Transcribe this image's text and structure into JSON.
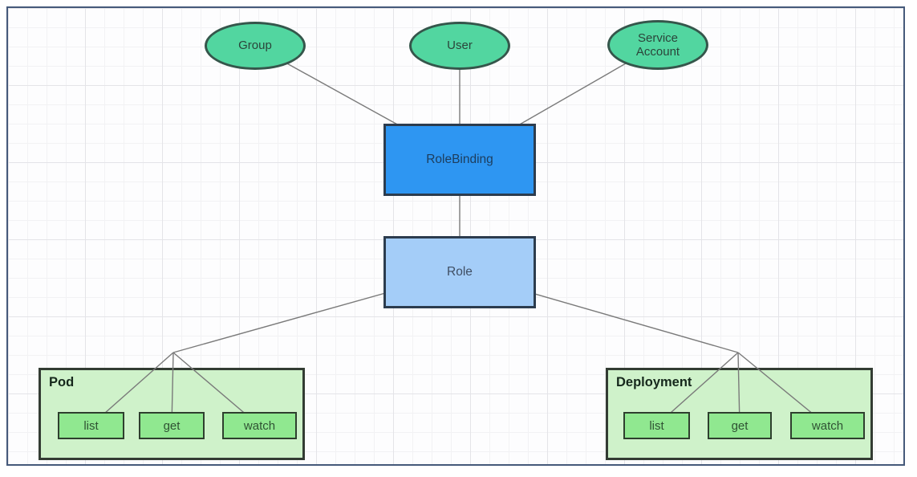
{
  "diagram": {
    "subjects": [
      {
        "label": "Group"
      },
      {
        "label": "User"
      },
      {
        "label": "Service Account"
      }
    ],
    "role_binding": {
      "label": "RoleBinding"
    },
    "role": {
      "label": "Role"
    },
    "resources": [
      {
        "label": "Pod",
        "permissions": [
          "list",
          "get",
          "watch"
        ]
      },
      {
        "label": "Deployment",
        "permissions": [
          "list",
          "get",
          "watch"
        ]
      }
    ]
  },
  "colors": {
    "ellipse_fill": "#52d6a0",
    "ellipse_border": "#35564b",
    "binding_fill": "#2e96f2",
    "role_fill": "#a4cdf8",
    "node_border": "#2c3c4e",
    "container_fill": "#cff2ca",
    "permission_fill": "#90e890",
    "edge_color": "#7a7a7a",
    "frame_border": "#45597a",
    "grid_minor": "#f2f2f4",
    "grid_major": "#e4e4e8"
  }
}
